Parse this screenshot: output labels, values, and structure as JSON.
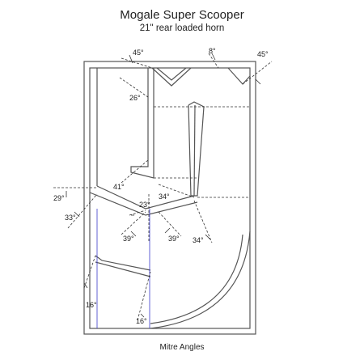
{
  "title": "Mogale Super Scooper",
  "subtitle": "21\" rear loaded horn",
  "caption": "Mitre Angles",
  "colors": {
    "line": "#555555",
    "guide": "#333333",
    "blue": "#3a3acc",
    "text": "#222222"
  },
  "angles": [
    "45°",
    "8°",
    "45°",
    "26°",
    "41°",
    "23°",
    "34°",
    "29°",
    "33°",
    "39°",
    "39°",
    "34°",
    "16°",
    "16°"
  ]
}
